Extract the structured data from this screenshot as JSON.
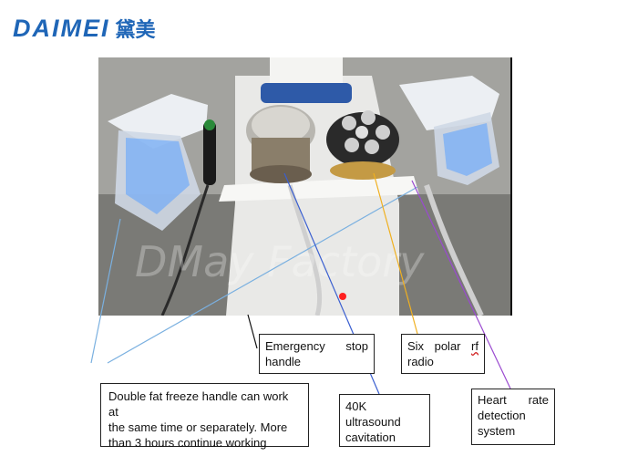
{
  "logo": {
    "word": "DAIMEI",
    "chinese": "黛美"
  },
  "watermark": "DMay Factory",
  "callouts": {
    "emergency": {
      "line1_a": "Emergency",
      "line1_b": "stop",
      "line2": "handle"
    },
    "sixpolar": {
      "line1_a": "Six",
      "line1_b": "polar",
      "line1_c": "rf",
      "line2": "radio"
    },
    "double_freeze": {
      "line1": "Double fat freeze handle can work at",
      "line2": "the same time or separately. More",
      "line3": "than 3 hours continue working"
    },
    "cavitation": {
      "line1": "40K",
      "line2": "ultrasound",
      "line3": "cavitation"
    },
    "heart_rate": {
      "line1_a": "Heart",
      "line1_b": "rate",
      "line2": "detection",
      "line3": "system"
    }
  },
  "colors": {
    "logo_blue": "#1f66b7",
    "leader_blue": "#3a5fd0",
    "leader_yellow": "#f0b020",
    "leader_purple": "#9a4ad0",
    "leader_lightblue": "#7ab0e0",
    "leader_black": "#111111"
  }
}
